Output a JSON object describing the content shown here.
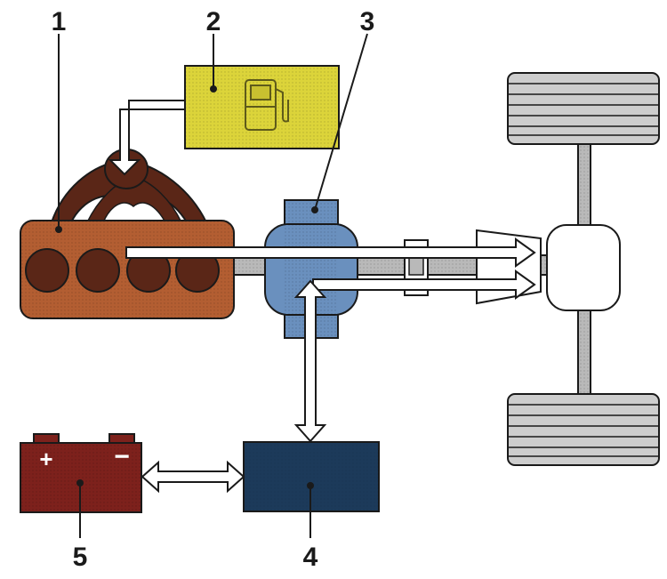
{
  "labels": {
    "engine": "1",
    "fuel_tank": "2",
    "transmission_unit": "3",
    "electric_machine": "4",
    "battery": "5"
  },
  "battery_terminals": {
    "positive": "+",
    "negative": "−"
  },
  "colors": {
    "engine": "#b35e32",
    "intake": "#5a2617",
    "fuel_tank": "#dcd43a",
    "transmission_unit": "#6a90be",
    "electric_machine": "#1c3a5a",
    "battery": "#7d211c",
    "wheels": "#cdcdcd",
    "shaft": "#b9b9b9",
    "outline": "#1a1a1a"
  },
  "icons": [
    "fuel-pump-icon",
    "flow-arrow-icon"
  ]
}
